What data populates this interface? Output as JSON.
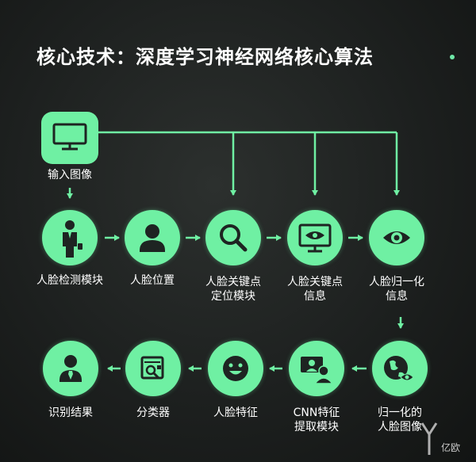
{
  "title": "核心技术：深度学习神经网络核心算法",
  "nodes": {
    "input": "输入图像",
    "face_detect": "人脸检测模块",
    "face_pos": "人脸位置",
    "keypoint_locate": "人脸关键点\n定位模块",
    "keypoint_info": "人脸关键点\n信息",
    "normalize_info": "人脸归一化\n信息",
    "normalized_image": "归一化的\n人脸图像",
    "cnn": "CNN特征\n提取模块",
    "face_feature": "人脸特征",
    "classifier": "分类器",
    "result": "识别结果"
  },
  "watermark": "亿欧",
  "colors": {
    "accent": "#6ff0a3",
    "background": "#1f2221",
    "text": "#ffffff",
    "icon": "#1e2422"
  }
}
